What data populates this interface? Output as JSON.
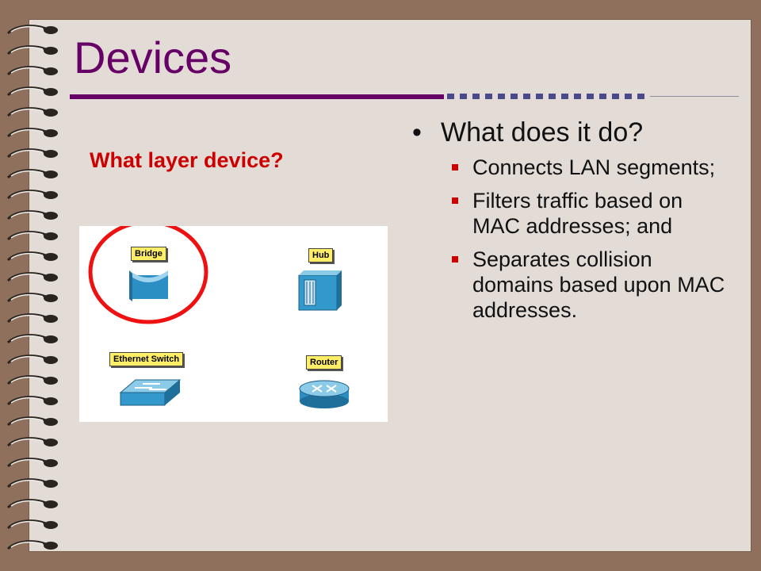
{
  "title": "Devices",
  "question": "What layer device?",
  "diagram": {
    "bridge_label": "Bridge",
    "hub_label": "Hub",
    "switch_label": "Ethernet Switch",
    "router_label": "Router",
    "highlighted": "Bridge"
  },
  "bullets": {
    "main": "What does it do?",
    "items": [
      "Connects LAN segments;",
      "Filters traffic based on MAC addresses; and",
      "Separates collision domains based upon MAC addresses."
    ]
  },
  "colors": {
    "title": "#660066",
    "question": "#cc0000",
    "rule": "#660066",
    "sub_bullet": "#cc0000",
    "highlight_circle": "#ee1111",
    "device_blue": "#3399cc",
    "label_bg": "#ffee66"
  }
}
